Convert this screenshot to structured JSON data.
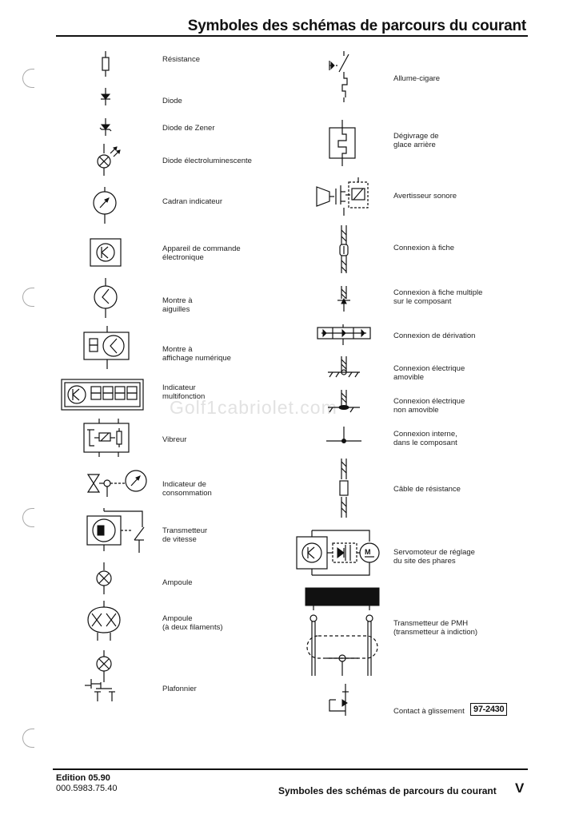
{
  "header": {
    "title": "Symboles des schémas de parcours du courant"
  },
  "watermark": "Golf1cabriolet.com",
  "left_column": [
    {
      "label": "Résistance",
      "icon": "resistor-icon"
    },
    {
      "label": "Diode",
      "icon": "diode-icon"
    },
    {
      "label": "Diode de Zener",
      "icon": "zener-diode-icon"
    },
    {
      "label": "Diode électroluminescente",
      "icon": "led-icon"
    },
    {
      "label": "Cadran indicateur",
      "icon": "gauge-dial-icon"
    },
    {
      "label": "Appareil de commande\nélectronique",
      "icon": "electronic-control-unit-icon"
    },
    {
      "label": "Montre à\naiguilles",
      "icon": "analog-clock-icon"
    },
    {
      "label": "Montre à\naffichage numérique",
      "icon": "digital-clock-icon"
    },
    {
      "label": "Indicateur\nmultifonction",
      "icon": "multifunction-indicator-icon"
    },
    {
      "label": "Vibreur",
      "icon": "vibrator-icon"
    },
    {
      "label": "Indicateur de\nconsommation",
      "icon": "consumption-indicator-icon"
    },
    {
      "label": "Transmetteur\nde vitesse",
      "icon": "speed-sender-icon"
    },
    {
      "label": "Ampoule",
      "icon": "bulb-icon"
    },
    {
      "label": "Ampoule\n(à deux filaments)",
      "icon": "dual-filament-bulb-icon"
    },
    {
      "label": "Plafonnier",
      "icon": "interior-light-icon"
    }
  ],
  "right_column": [
    {
      "label": "Allume-cigare",
      "icon": "cigarette-lighter-icon"
    },
    {
      "label": "Dégivrage de\nglace arrière",
      "icon": "rear-defroster-icon"
    },
    {
      "label": "Avertisseur sonore",
      "icon": "horn-icon"
    },
    {
      "label": "Connexion à fiche",
      "icon": "plug-connection-icon"
    },
    {
      "label": "Connexion à fiche multiple\nsur le composant",
      "icon": "multi-plug-connection-icon"
    },
    {
      "label": "Connexion de dérivation",
      "icon": "branch-connection-icon"
    },
    {
      "label": "Connexion électrique\namovible",
      "icon": "removable-connection-icon"
    },
    {
      "label": "Connexion électrique\nnon amovible",
      "icon": "fixed-connection-icon"
    },
    {
      "label": "Connexion interne,\ndans le composant",
      "icon": "internal-connection-icon"
    },
    {
      "label": "Câble de résistance",
      "icon": "resistance-cable-icon"
    },
    {
      "label": "Servomoteur de réglage\ndu site des phares",
      "icon": "headlight-range-motor-icon"
    },
    {
      "label": "Transmetteur de PMH\n(transmetteur à indiction)",
      "icon": "tdc-sender-icon"
    },
    {
      "label": "Contact à glissement",
      "icon": "sliding-contact-icon"
    }
  ],
  "reference_code": "97-2430",
  "footer": {
    "edition": "Edition 05.90",
    "part_number": "000.5983.75.40",
    "center_title": "Symboles des schémas de parcours du courant",
    "section": "V"
  }
}
